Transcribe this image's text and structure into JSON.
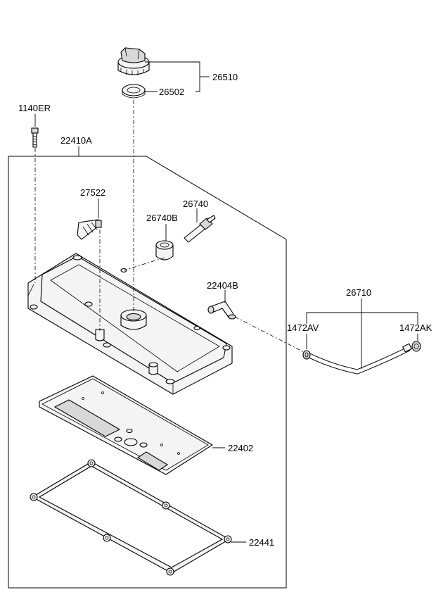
{
  "parts": {
    "p26510": "26510",
    "p26502": "26502",
    "p1140ER": "1140ER",
    "p22410A": "22410A",
    "p27522": "27522",
    "p26740": "26740",
    "p26740B": "26740B",
    "p22404B": "22404B",
    "p26710": "26710",
    "p1472AV": "1472AV",
    "p1472AK": "1472AK",
    "p22402": "22402",
    "p22441": "22441"
  }
}
